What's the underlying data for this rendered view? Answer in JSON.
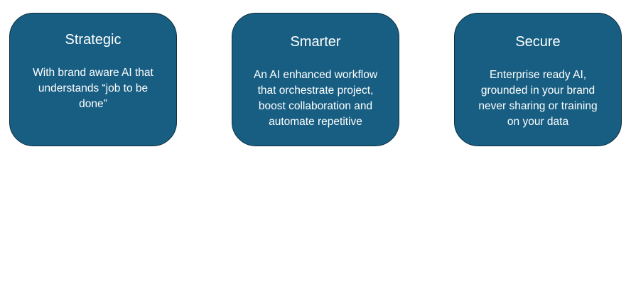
{
  "cards": [
    {
      "title": "Strategic",
      "body": "With brand aware AI that\nunderstands  “job to be\ndone”"
    },
    {
      "title": "Smarter",
      "body": "An AI enhanced workflow\nthat orchestrate project,\nboost collaboration and\nautomate repetitive"
    },
    {
      "title": "Secure",
      "body": "Enterprise ready AI,\ngrounded in your brand\nnever sharing or training\non your data"
    }
  ],
  "colors": {
    "card_fill": "#175e82",
    "card_border": "#0f2e3d",
    "text": "#ffffff",
    "background": "#ffffff"
  }
}
